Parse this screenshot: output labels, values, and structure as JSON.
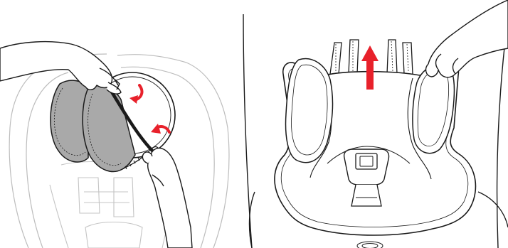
{
  "figure": {
    "panels": [
      {
        "id": "left",
        "subject": "removing-head-support-cover"
      },
      {
        "id": "right",
        "subject": "lifting-seat-pad"
      }
    ],
    "colors": {
      "line": "#1a1a1a",
      "faint_line": "#b8b8b8",
      "cushion_fill": "#a9a9a9",
      "arrow_red": "#e8212b",
      "background": "#ffffff"
    }
  }
}
